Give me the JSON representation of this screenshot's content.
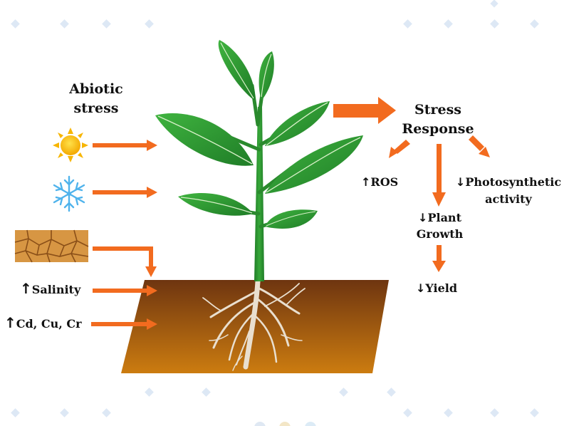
{
  "abiotic": {
    "line1": "Abiotic",
    "line2": "stress"
  },
  "stress_response": {
    "line1": "Stress",
    "line2": "Response"
  },
  "outcomes": {
    "ros": {
      "arrow": "↑",
      "label": "ROS"
    },
    "photosynthetic": {
      "arrow": "↓",
      "line1": "Photosynthetic",
      "line2": "activity"
    },
    "plant_growth": {
      "arrow": "↓",
      "line1": "Plant",
      "line2": "Growth"
    },
    "yield": {
      "arrow": "↓",
      "label": "Yield"
    }
  },
  "stressors": {
    "salinity": {
      "arrow": "↑",
      "label": "Salinity"
    },
    "metals": {
      "arrow": "↑",
      "label": "Cd, Cu, Cr"
    }
  },
  "icons": [
    "sun-icon",
    "snowflake-icon",
    "dry-soil-icon"
  ],
  "colors": {
    "arrow": "#f26b1f",
    "soil_top": "#7a3c10",
    "soil_bottom": "#c9770e",
    "leaf": "#2e9a32",
    "stem": "#2a8a2d",
    "root": "#e8ddcc",
    "sun": "#f7b500",
    "snow": "#55b8ee",
    "dots": "#dbe7f5"
  }
}
